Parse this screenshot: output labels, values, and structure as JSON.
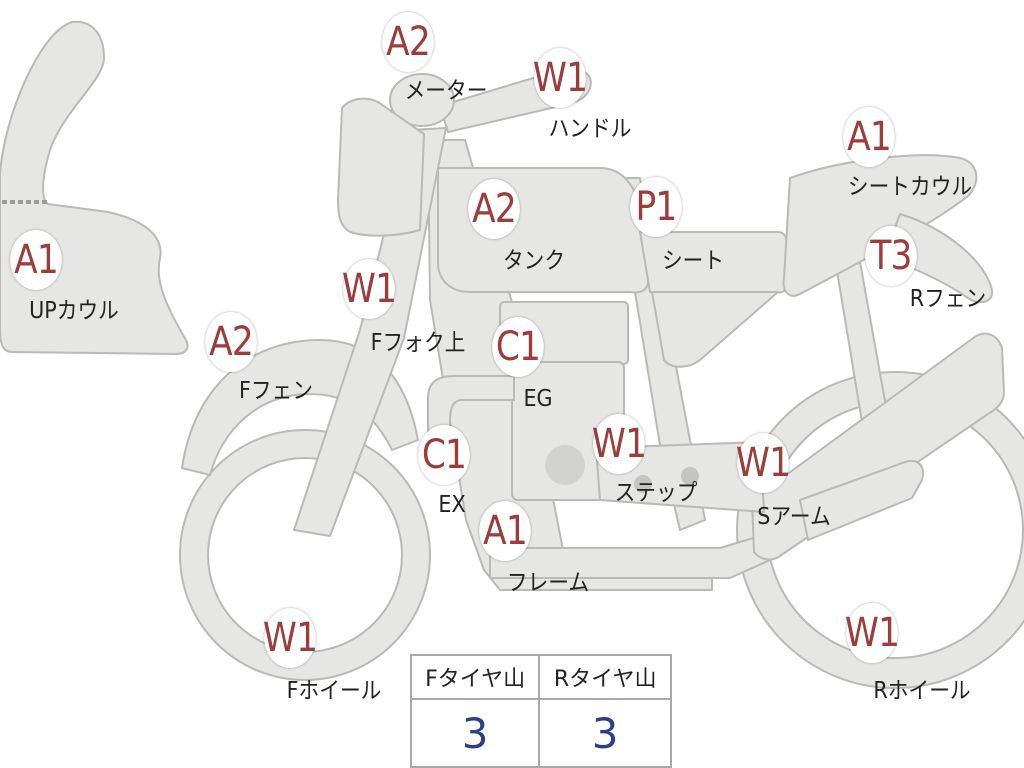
{
  "parts": [
    {
      "key": "meter",
      "grade": "A2",
      "label": "メーター"
    },
    {
      "key": "handle",
      "grade": "W1",
      "label": "ハンドル"
    },
    {
      "key": "seat-cowl",
      "grade": "A1",
      "label": "シートカウル"
    },
    {
      "key": "tank",
      "grade": "A2",
      "label": "タンク"
    },
    {
      "key": "seat",
      "grade": "P1",
      "label": "シート"
    },
    {
      "key": "r-fender",
      "grade": "T3",
      "label": "Rフェン"
    },
    {
      "key": "up-cowl",
      "grade": "A1",
      "label": "UPカウル"
    },
    {
      "key": "f-fork-upper",
      "grade": "W1",
      "label": "Fフォク上"
    },
    {
      "key": "f-fender",
      "grade": "A2",
      "label": "Fフェン"
    },
    {
      "key": "engine",
      "grade": "C1",
      "label": "EG"
    },
    {
      "key": "exhaust",
      "grade": "C1",
      "label": "EX"
    },
    {
      "key": "step",
      "grade": "W1",
      "label": "ステップ"
    },
    {
      "key": "swing-arm",
      "grade": "W1",
      "label": "Sアーム"
    },
    {
      "key": "frame",
      "grade": "A1",
      "label": "フレーム"
    },
    {
      "key": "f-wheel",
      "grade": "W1",
      "label": "Fホイール"
    },
    {
      "key": "r-wheel",
      "grade": "W1",
      "label": "Rホイール"
    }
  ],
  "tire_tread": {
    "front_label": "Fタイヤ山",
    "rear_label": "Rタイヤ山",
    "front_value": "3",
    "rear_value": "3"
  },
  "colors": {
    "part_fill": "#e6e6e4",
    "grade_text": "#9e3b3b",
    "tread_value": "#2b3f8c"
  }
}
